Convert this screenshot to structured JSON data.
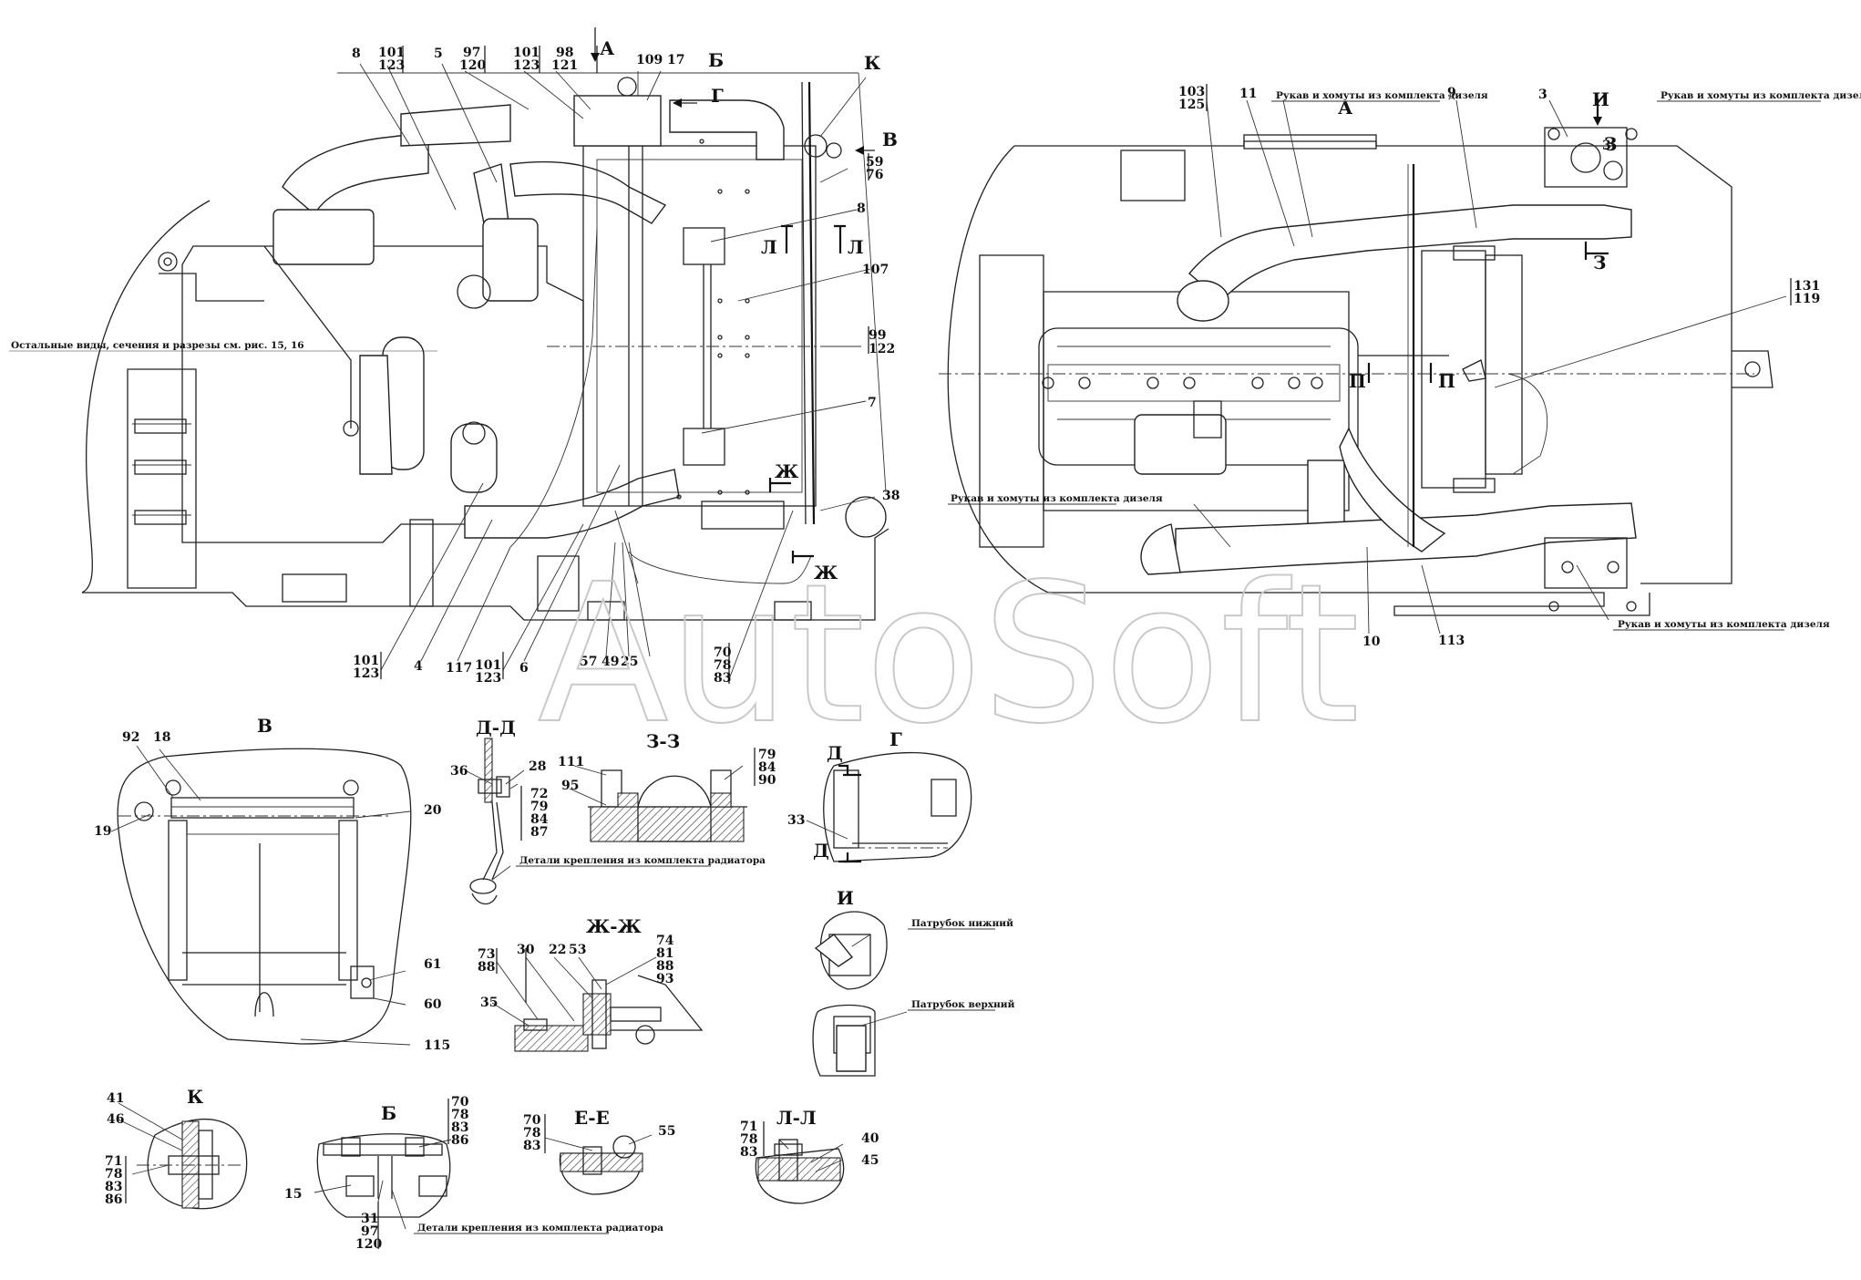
{
  "watermark": "AutoSoft",
  "notes": {
    "other_views": "Остальные виды, сечения и разрезы см. рис. 15, 16",
    "hoses_1": "Рукав и хомуты из комплекта дизеля",
    "hoses_2": "Рукав и хомуты из комплекта дизеля",
    "hoses_3": "Рукав и хомуты из комплекта дизеля",
    "hoses_4": "Рукав и хомуты из комплекта дизеля",
    "fasteners_1": "Детали крепления из комплекта радиатора",
    "fasteners_2": "Детали крепления из комплекта радиатора",
    "pipe_lower": "Патрубок нижний",
    "pipe_upper": "Патрубок верхний"
  },
  "views": {
    "A_main": "А",
    "A_right": "А",
    "B_top": "Б",
    "G_top": "Г",
    "V_arrow": "В",
    "K_top": "К",
    "Zh_1": "Ж",
    "Zh_2": "Ж",
    "L_1": "Л",
    "L_2": "Л",
    "I_top": "И",
    "Z_1": "З",
    "Z_2": "З",
    "P_1": "П",
    "P_2": "П",
    "V_view": "В",
    "DD": "Д-Д",
    "ZZ": "З-З",
    "G_view": "Г",
    "D_1": "Д",
    "D_2": "Д",
    "I_view": "И",
    "ZhZh": "Ж-Ж",
    "K_view": "К",
    "B_view": "Б",
    "EE": "Е-Е",
    "LL": "Л-Л"
  },
  "labels": {
    "l8a": "8",
    "l101a": "101",
    "l123a": "123",
    "l5": "5",
    "l97a": "97",
    "l120a": "120",
    "l101b": "101",
    "l123b": "123",
    "l98": "98",
    "l121": "121",
    "l109": "109",
    "l17": "17",
    "l59": "59",
    "l76": "76",
    "l8b": "8",
    "l107": "107",
    "l99": "99",
    "l122": "122",
    "l7": "7",
    "l38": "38",
    "l101c": "101",
    "l123c": "123",
    "l4": "4",
    "l117": "117",
    "l101d": "101",
    "l123d": "123",
    "l6": "6",
    "l57": "57",
    "l49": "49",
    "l25": "25",
    "l70a": "70",
    "l78a": "78",
    "l83a": "83",
    "l103": "103",
    "l125": "125",
    "l11": "11",
    "l9": "9",
    "l3a": "3",
    "l3b": "3",
    "l131": "131",
    "l119": "119",
    "l10": "10",
    "l113": "113",
    "l92": "92",
    "l18": "18",
    "l19": "19",
    "l20": "20",
    "l61": "61",
    "l60": "60",
    "l115": "115",
    "l36": "36",
    "l28": "28",
    "l72": "72",
    "l79a": "79",
    "l84a": "84",
    "l87": "87",
    "l111": "111",
    "l95": "95",
    "l79b": "79",
    "l84b": "84",
    "l90": "90",
    "l33": "33",
    "l73": "73",
    "l88a": "88",
    "l30": "30",
    "l22": "22",
    "l53": "53",
    "l74": "74",
    "l81": "81",
    "l88b": "88",
    "l93": "93",
    "l35": "35",
    "l41": "41",
    "l46": "46",
    "l71a": "71",
    "l78b": "78",
    "l83b": "83",
    "l86a": "86",
    "l15": "15",
    "l31": "31",
    "l97b": "97",
    "l120b": "120",
    "l70b": "70",
    "l78c": "78",
    "l83c": "83",
    "l86b": "86",
    "l70c": "70",
    "l78d": "78",
    "l83d": "83",
    "l55": "55",
    "l71b": "71",
    "l78e": "78",
    "l83e": "83",
    "l40": "40",
    "l45": "45"
  }
}
